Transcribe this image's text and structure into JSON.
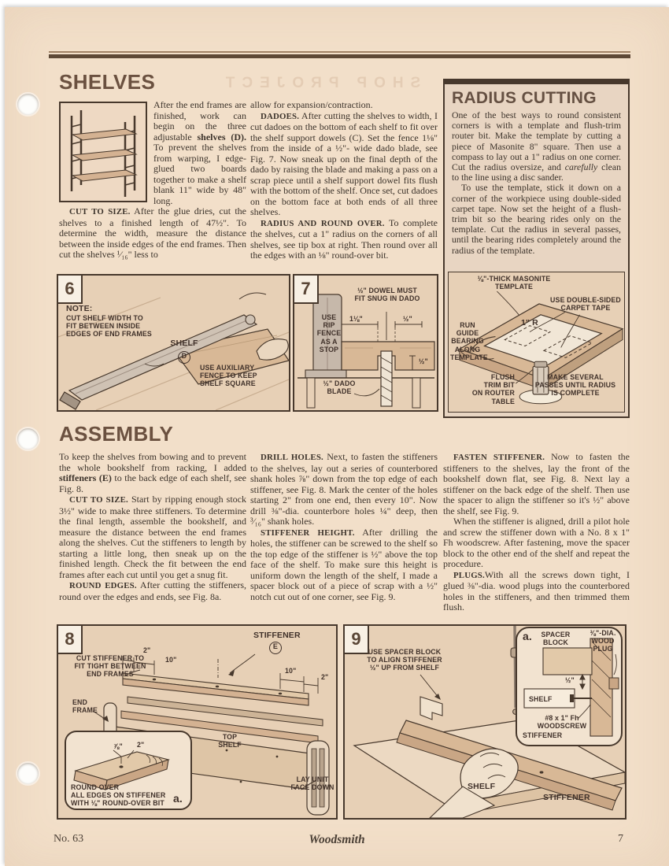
{
  "colors": {
    "page_bg": "#f2dfc9",
    "figure_bg": "#e7d0b6",
    "ink": "#47382c",
    "heading_brown": "#6b5140",
    "rule_brown": "#5d4836",
    "wood": "#d4b292"
  },
  "page": {
    "ghost_title": "SHOP PROJECT",
    "footer": {
      "issue": "No. 63",
      "magazine": "Woodsmith",
      "page_number": "7"
    }
  },
  "shelves": {
    "heading": "SHELVES",
    "col1": {
      "intro_pre": "After the end frames are finished, work can begin on the three adjustable ",
      "intro_bold": "shelves (D).",
      "intro_post": " To prevent the shelves from warping, I edge-glued two boards together to make a shelf blank 11\" wide by 48\" long.",
      "cut_lead": "CUT TO SIZE.",
      "cut_text": " After the glue dries, cut the shelves to a finished length of 47½\". To determine the width, measure the distance between the inside edges of the end frames. Then cut the shelves ¹⁄₁₆\" less to"
    },
    "col2": {
      "continuation": "allow for expansion/contraction.",
      "dadoes_lead": "DADOES.",
      "dadoes_text": " After cutting the shelves to width, I cut dadoes on the bottom of each shelf to fit over the shelf support dowels (C). Set the fence 1⅛\" from the inside of a ½\"- wide dado blade, see Fig. 7. Now sneak up on the final depth of the dado by raising the blade and making a pass on a scrap piece until a shelf support dowel fits flush with the bottom of the shelf. Once set, cut dadoes on the bottom face at both ends of all three shelves.",
      "radius_lead": "RADIUS AND ROUND OVER.",
      "radius_text": " To complete the shelves, cut a 1\" radius on the corners of all shelves, see tip box at right. Then round over all the edges with an ⅛\" round-over bit."
    }
  },
  "radius_box": {
    "heading": "RADIUS CUTTING",
    "para1_pre": "One of the best ways to round consistent corners is with a template and flush-trim router bit. Make the template by cutting a piece of Masonite 8\" square. Then use a compass to lay out a 1\" radius on one corner. Cut the radius oversize, and ",
    "para1_italic": "carefully",
    "para1_post": " clean to the line using a disc sander.",
    "para2": "To use the template, stick it down on a corner of the workpiece using double-sided carpet tape. Now set the height of a flush-trim bit so the bearing rides only on the template. Cut the radius in several passes, until the bearing rides completely around the radius of the template.",
    "diagram": {
      "template_label": "⅛\"-THICK MASONITE\nTEMPLATE",
      "tape_label": "USE DOUBLE-SIDED\nCARPET TAPE",
      "radius_label": "1\" R",
      "bearing_label": "RUN\nGUIDE\nBEARING\nALONG\nTEMPLATE",
      "bit_label": "FLUSH\nTRIM BIT\nON ROUTER TABLE",
      "passes_label": "MAKE SEVERAL\nPASSES UNTIL RADIUS\nIS COMPLETE"
    }
  },
  "fig6": {
    "number": "6",
    "note_lead": "NOTE:",
    "note_text": "CUT SHELF WIDTH TO\nFIT BETWEEN INSIDE\nEDGES OF END FRAMES",
    "shelf_label": "SHELF",
    "shelf_letter": "D",
    "aux_fence_label": "USE AUXILIARY\nFENCE TO KEEP\nSHELF SQUARE"
  },
  "fig7": {
    "number": "7",
    "dowel_label": "½\" DOWEL MUST\nFIT SNUG IN DADO",
    "rip_fence_label": "USE\nRIP\nFENCE\nAS A\nSTOP",
    "dim_offset": "1⅛\"",
    "dim_dado_width": "½\"",
    "dim_dado_depth": "½\"",
    "blade_label": "½\" DADO\nBLADE"
  },
  "assembly": {
    "heading": "ASSEMBLY",
    "col1": {
      "p1_pre": "To keep the shelves from bowing and to prevent the whole bookshelf from racking, I added ",
      "p1_bold": "stiffeners (E)",
      "p1_post": " to the back edge of each shelf, see Fig. 8.",
      "p2_lead": "CUT TO SIZE.",
      "p2_text": " Start by ripping enough stock 3½\" wide to make three stiffeners. To determine the final length, assemble the bookshelf, and measure the distance between the end frames along the shelves. Cut the stiffeners to length by starting a little long, then sneak up on the finished length. Check the fit between the end frames after each cut until you get a snug fit.",
      "p3_lead": "ROUND EDGES.",
      "p3_text": " After cutting the stiffeners, round over the edges and ends, see Fig. 8a."
    },
    "col2": {
      "p1_lead": "DRILL HOLES.",
      "p1_text": " Next, to fasten the stiffeners to the shelves, lay out a series of counterbored shank holes ⅞\" down from the top edge of each stiffener, see Fig. 8. Mark the center of the holes starting 2\" from one end, then every 10\". Now drill ⅜\"-dia. counterbore holes ¼\" deep, then ³⁄₁₆\" shank holes.",
      "p2_lead": "STIFFENER HEIGHT.",
      "p2_text": " After drilling the holes, the stiffener can be screwed to the shelf so the top edge of the stiffener is ½\" above the top face of the shelf. To make sure this height is uniform down the length of the shelf, I made a spacer block out of a piece of scrap with a ½\" notch cut out of one corner, see Fig. 9."
    },
    "col3": {
      "p1_lead": "FASTEN STIFFENER.",
      "p1_text": " Now to fasten the stiffeners to the shelves, lay the front of the bookshelf down flat, see Fig. 8. Next lay a stiffener on the back edge of the shelf. Then use the spacer to align the stiffener so it's ½\" above the shelf, see Fig. 9.",
      "p2_text": "When the stiffener is aligned, drill a pilot hole and screw the stiffener down with a No. 8 x 1\" Fh woodscrew. After fastening, move the spacer block to the other end of the shelf and repeat the procedure.",
      "p3_lead": "PLUGS.",
      "p3_text": "With all the screws down tight, I glued ⅜\"-dia. wood plugs into the counterbored holes in the stiffeners, and then trimmed them flush."
    }
  },
  "fig8": {
    "number": "8",
    "stiffener_label": "STIFFENER",
    "stiffener_letter": "E",
    "dim_end_left": "2\"",
    "dim_spacing_left": "10\"",
    "dim_spacing_right": "10\"",
    "dim_end_right": "2\"",
    "cut_label": "CUT STIFFENER TO\nFIT TIGHT BETWEEN\nEND FRAMES",
    "end_frame_label": "END\nFRAME",
    "top_shelf_label": "TOP\nSHELF",
    "lay_label": "LAY UNIT\nFACE DOWN",
    "inset": {
      "letter": "a.",
      "dim_hole": "⅞\"",
      "dim_end": "2\"",
      "round_label": "ROUND OVER\nALL EDGES ON STIFFENER\nWITH ⅛\" ROUND-OVER BIT"
    }
  },
  "fig9": {
    "number": "9",
    "spacer_note": "USE SPACER BLOCK\nTO ALIGN STIFFENER\n½\" UP FROM SHELF",
    "shelf_label": "SHELF",
    "stiffener_label": "STIFFENER",
    "inset": {
      "letter": "a.",
      "spacer_label": "SPACER\nBLOCK",
      "plug_label": "⅜\"-DIA.\nWOOD\nPLUG",
      "dim_height": "½\"",
      "shelf_label": "SHELF",
      "screw_label": "#8 x 1\" Fh\nWOODSCREW",
      "stiffener_label": "STIFFENER"
    }
  }
}
